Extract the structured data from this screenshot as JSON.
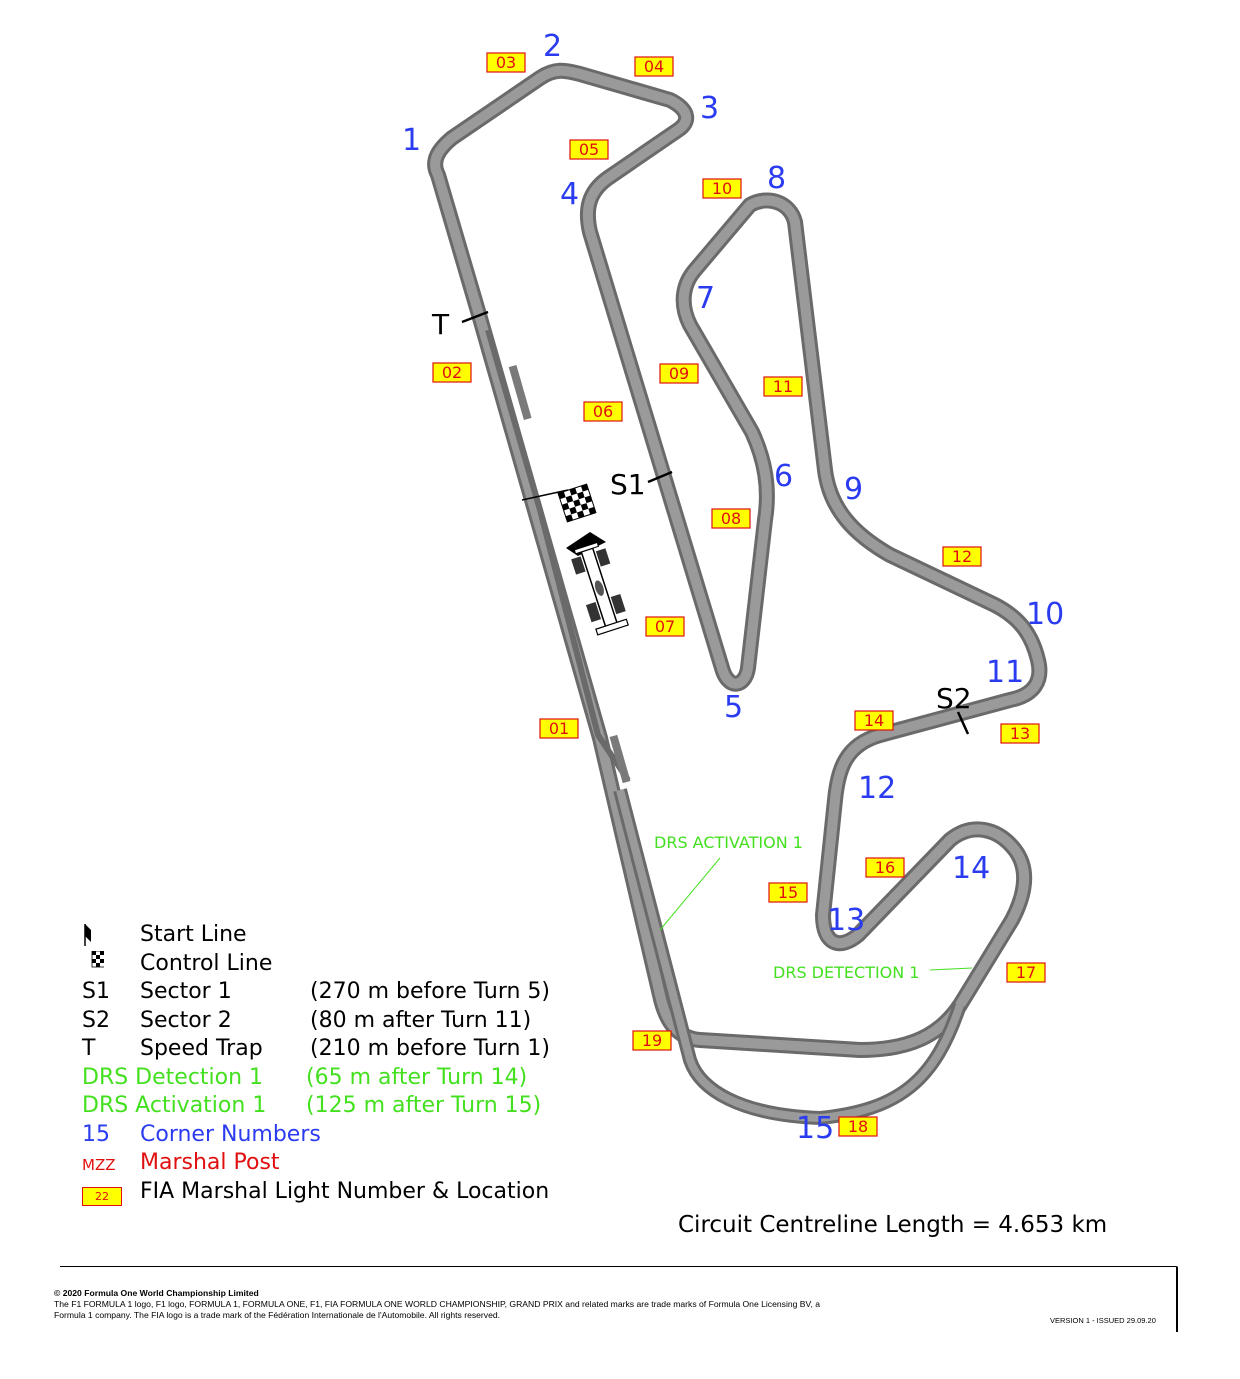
{
  "corners": [
    "1",
    "2",
    "3",
    "4",
    "5",
    "6",
    "7",
    "8",
    "9",
    "10",
    "11",
    "12",
    "13",
    "14",
    "15"
  ],
  "marshal_posts": [
    "01",
    "02",
    "03",
    "04",
    "05",
    "06",
    "07",
    "08",
    "09",
    "10",
    "11",
    "12",
    "13",
    "14",
    "15",
    "16",
    "17",
    "18",
    "19"
  ],
  "track_markers": {
    "sector1": "S1",
    "sector2": "S2",
    "speed_trap": "T"
  },
  "drs_labels": {
    "activation": "DRS ACTIVATION 1",
    "detection": "DRS DETECTION 1"
  },
  "legend": {
    "start_line": "Start Line",
    "control_line": "Control Line",
    "s1_symbol": "S1",
    "s1_label": "Sector 1",
    "s1_desc": "(270 m before Turn 5)",
    "s2_symbol": "S2",
    "s2_label": "Sector 2",
    "s2_desc": "(80 m after  Turn 11)",
    "t_symbol": "T",
    "t_label": "Speed Trap",
    "t_desc": "(210 m before Turn 1)",
    "drs_det_label": "DRS Detection 1",
    "drs_det_desc": "(65 m after Turn 14)",
    "drs_act_label": "DRS Activation 1",
    "drs_act_desc": "(125 m after Turn 15)",
    "corner_symbol": "15",
    "corner_label": "Corner Numbers",
    "marshal_symbol": "MZZ",
    "marshal_label": "Marshal Post",
    "light_symbol": "22",
    "light_label": "FIA Marshal Light Number & Location"
  },
  "circuit_length": "Circuit Centreline Length = 4.653 km",
  "footer": {
    "copyright": "© 2020 Formula One World Championship Limited",
    "line1": "The F1 FORMULA 1 logo, F1 logo, FORMULA 1, FORMULA ONE, F1, FIA FORMULA ONE WORLD CHAMPIONSHIP, GRAND PRIX and related marks are trade marks of Formula One Licensing BV, a",
    "line2": "Formula 1 company. The FIA logo is a trade mark of the Fédération Internationale de l'Automobile. All rights reserved.",
    "version": "VERSION 1 - ISSUED 29.09.20"
  },
  "colors": {
    "track": "#8a8a8a",
    "corner": "#2b3cf0",
    "marshal": "#e01010",
    "light_fill": "#ffff00",
    "drs": "#44e020"
  }
}
